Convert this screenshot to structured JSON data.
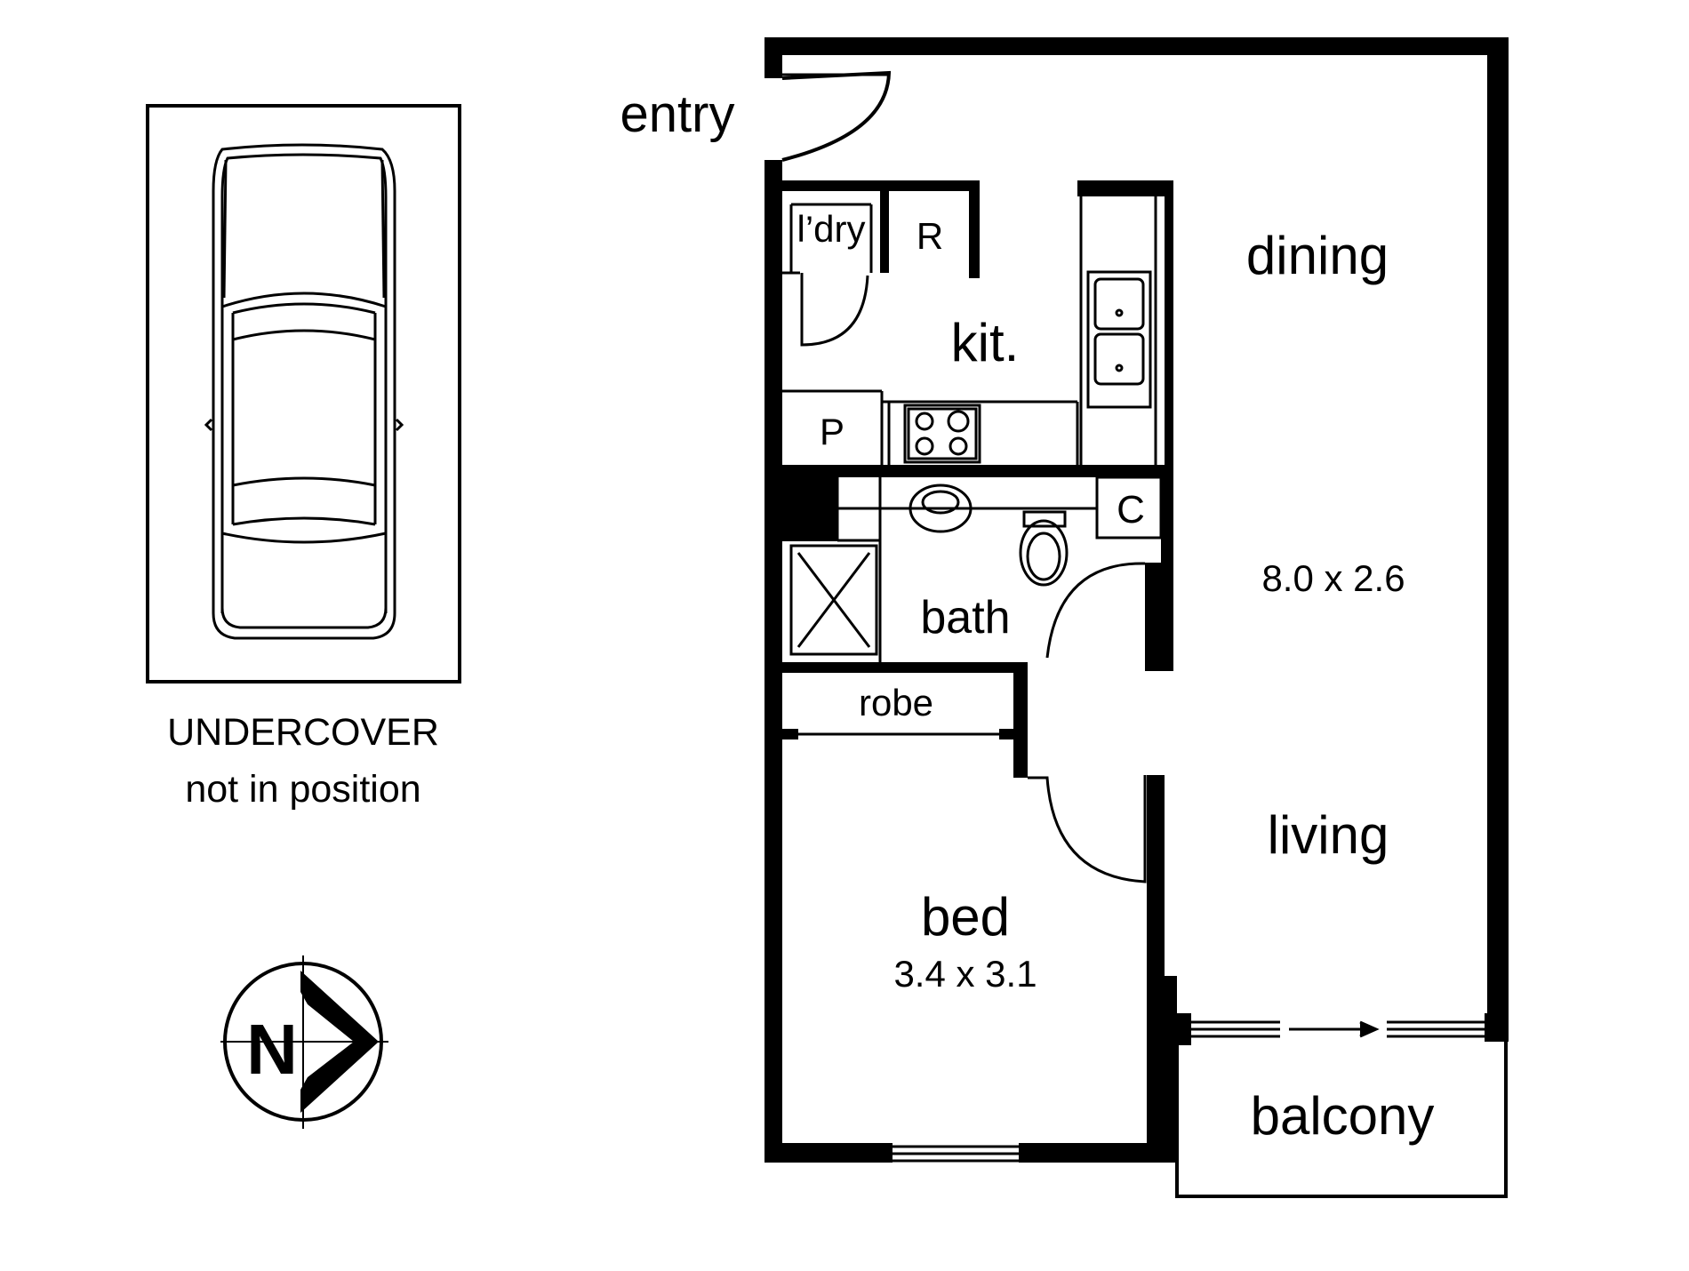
{
  "labels": {
    "entry": "entry",
    "laundry": "l’dry",
    "refrigerator": "R",
    "kitchen": "kit.",
    "dining": "dining",
    "pantry": "P",
    "cupboard": "C",
    "bath": "bath",
    "robe": "robe",
    "living_dining_size": "8.0 x 2.6",
    "living": "living",
    "bed": "bed",
    "bed_size": "3.4 x 3.1",
    "balcony": "balcony"
  },
  "parking": {
    "line1": "UNDERCOVER",
    "line2": "not in position"
  },
  "compass": {
    "letter": "N"
  },
  "colors": {
    "ink": "#000000",
    "paper": "#ffffff"
  }
}
